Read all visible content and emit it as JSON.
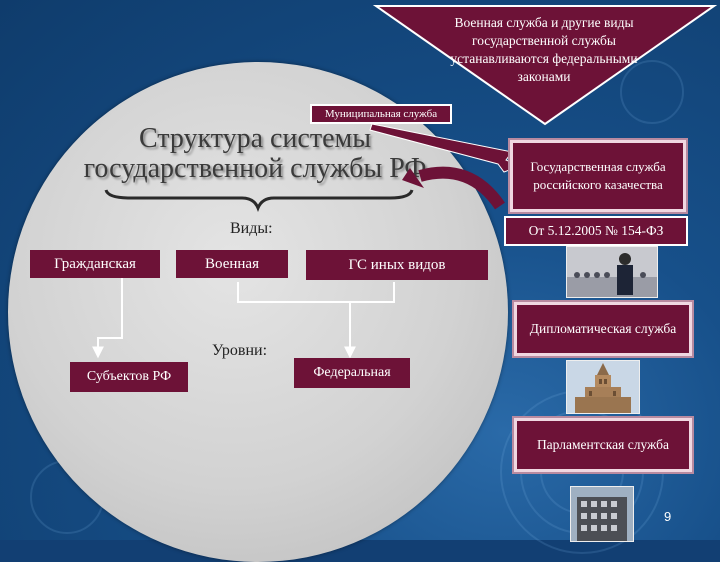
{
  "header_note": "Военная служба и другие виды государственной службы устанавливаются федеральными законами",
  "municipal_label": "Муниципальная служба",
  "title": "Структура системы государственной службы РФ",
  "types_label": "Виды:",
  "types": {
    "civil": "Гражданская",
    "military": "Военная",
    "other": "ГС иных видов"
  },
  "levels_label": "Уровни:",
  "levels": {
    "subjects": "Субъектов РФ",
    "federal": "Федеральная"
  },
  "cossack_service": "Государственная служба российского казачества",
  "law_ref": "От 5.12.2005 № 154-ФЗ",
  "diplomatic_service": "Дипломатическая служба",
  "parliamentary_service": "Парламентская служба",
  "page_number": "9",
  "colors": {
    "box": "#6d1237",
    "background": "#123f73",
    "connector": "#ffffff"
  },
  "icons": [
    "guard-photo",
    "ministry-building-photo",
    "parliament-building-photo"
  ]
}
